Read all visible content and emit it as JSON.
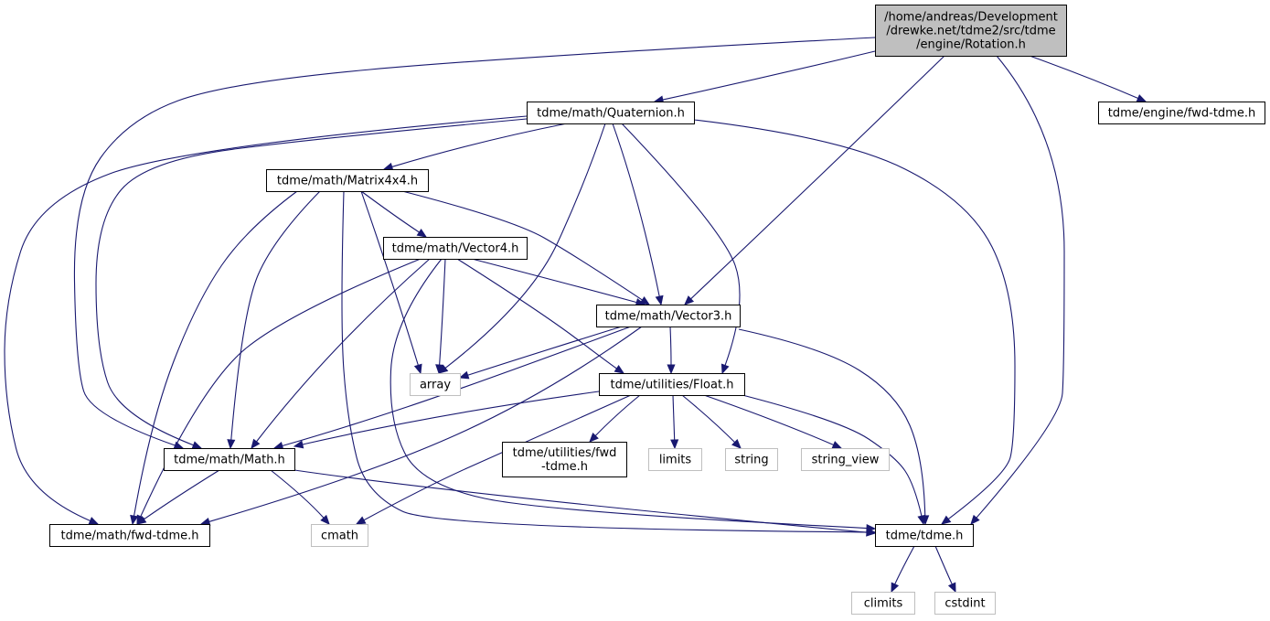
{
  "diagram": {
    "type": "include-dependency-graph",
    "colors": {
      "edge": "#191970",
      "root_fill": "#bfbfbf",
      "node_border": "#000000",
      "system_border": "#bfbfbf",
      "background": "#ffffff"
    },
    "nodes": [
      {
        "id": "rotation",
        "kind": "root",
        "lines": [
          "/home/andreas/Development",
          "/drewke.net/tdme2/src/tdme",
          "/engine/Rotation.h"
        ]
      },
      {
        "id": "quaternion",
        "kind": "project",
        "lines": [
          "tdme/math/Quaternion.h"
        ]
      },
      {
        "id": "engine_fwd",
        "kind": "project",
        "lines": [
          "tdme/engine/fwd-tdme.h"
        ]
      },
      {
        "id": "matrix4x4",
        "kind": "project",
        "lines": [
          "tdme/math/Matrix4x4.h"
        ]
      },
      {
        "id": "vector4",
        "kind": "project",
        "lines": [
          "tdme/math/Vector4.h"
        ]
      },
      {
        "id": "vector3",
        "kind": "project",
        "lines": [
          "tdme/math/Vector3.h"
        ]
      },
      {
        "id": "array",
        "kind": "system",
        "lines": [
          "array"
        ]
      },
      {
        "id": "float",
        "kind": "project",
        "lines": [
          "tdme/utilities/Float.h"
        ]
      },
      {
        "id": "math",
        "kind": "project",
        "lines": [
          "tdme/math/Math.h"
        ]
      },
      {
        "id": "util_fwd",
        "kind": "project",
        "lines": [
          "tdme/utilities/fwd",
          "-tdme.h"
        ]
      },
      {
        "id": "limits",
        "kind": "system",
        "lines": [
          "limits"
        ]
      },
      {
        "id": "string",
        "kind": "system",
        "lines": [
          "string"
        ]
      },
      {
        "id": "string_view",
        "kind": "system",
        "lines": [
          "string_view"
        ]
      },
      {
        "id": "math_fwd",
        "kind": "project",
        "lines": [
          "tdme/math/fwd-tdme.h"
        ]
      },
      {
        "id": "cmath",
        "kind": "system",
        "lines": [
          "cmath"
        ]
      },
      {
        "id": "tdme",
        "kind": "project",
        "lines": [
          "tdme/tdme.h"
        ]
      },
      {
        "id": "climits",
        "kind": "system",
        "lines": [
          "climits"
        ]
      },
      {
        "id": "cstdint",
        "kind": "system",
        "lines": [
          "cstdint"
        ]
      }
    ],
    "edges": [
      {
        "from": "rotation",
        "to": "quaternion"
      },
      {
        "from": "rotation",
        "to": "engine_fwd"
      },
      {
        "from": "rotation",
        "to": "math"
      },
      {
        "from": "rotation",
        "to": "vector3"
      },
      {
        "from": "rotation",
        "to": "tdme"
      },
      {
        "from": "quaternion",
        "to": "matrix4x4"
      },
      {
        "from": "quaternion",
        "to": "array"
      },
      {
        "from": "quaternion",
        "to": "vector3"
      },
      {
        "from": "quaternion",
        "to": "float"
      },
      {
        "from": "quaternion",
        "to": "math"
      },
      {
        "from": "quaternion",
        "to": "math_fwd"
      },
      {
        "from": "quaternion",
        "to": "tdme"
      },
      {
        "from": "matrix4x4",
        "to": "vector4"
      },
      {
        "from": "matrix4x4",
        "to": "vector3"
      },
      {
        "from": "matrix4x4",
        "to": "array"
      },
      {
        "from": "matrix4x4",
        "to": "math"
      },
      {
        "from": "matrix4x4",
        "to": "math_fwd"
      },
      {
        "from": "matrix4x4",
        "to": "tdme"
      },
      {
        "from": "vector4",
        "to": "vector3"
      },
      {
        "from": "vector4",
        "to": "array"
      },
      {
        "from": "vector4",
        "to": "float"
      },
      {
        "from": "vector4",
        "to": "math"
      },
      {
        "from": "vector4",
        "to": "math_fwd"
      },
      {
        "from": "vector4",
        "to": "tdme"
      },
      {
        "from": "vector3",
        "to": "array"
      },
      {
        "from": "vector3",
        "to": "float"
      },
      {
        "from": "vector3",
        "to": "math"
      },
      {
        "from": "vector3",
        "to": "math_fwd"
      },
      {
        "from": "vector3",
        "to": "tdme"
      },
      {
        "from": "float",
        "to": "math"
      },
      {
        "from": "float",
        "to": "util_fwd"
      },
      {
        "from": "float",
        "to": "limits"
      },
      {
        "from": "float",
        "to": "string"
      },
      {
        "from": "float",
        "to": "string_view"
      },
      {
        "from": "float",
        "to": "cmath"
      },
      {
        "from": "float",
        "to": "tdme"
      },
      {
        "from": "math",
        "to": "math_fwd"
      },
      {
        "from": "math",
        "to": "cmath"
      },
      {
        "from": "math",
        "to": "tdme"
      },
      {
        "from": "tdme",
        "to": "climits"
      },
      {
        "from": "tdme",
        "to": "cstdint"
      }
    ]
  }
}
